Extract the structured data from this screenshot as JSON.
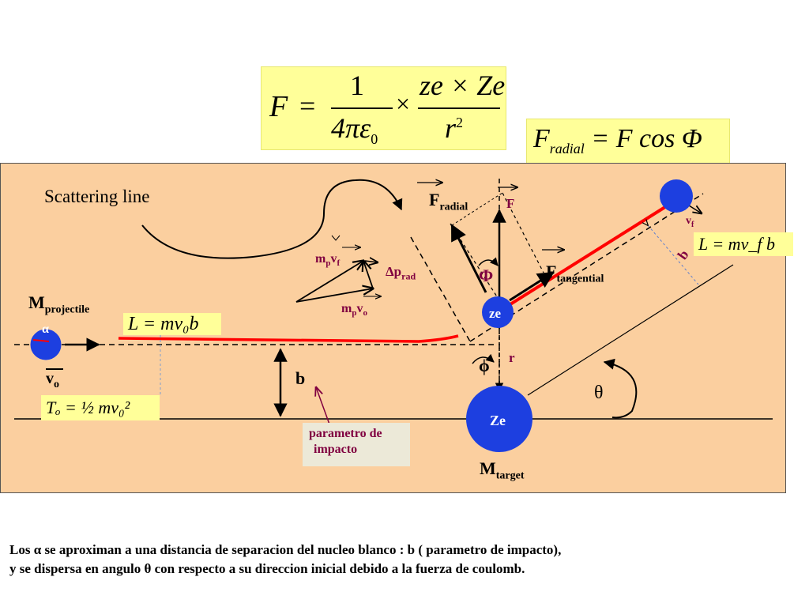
{
  "formula_coulomb": {
    "lhs": "F",
    "eq": "=",
    "num1": "1",
    "den1": "4πε",
    "den1_sub": "0",
    "times": "×",
    "num2": "ze × Ze",
    "den2": "r",
    "den2_sup": "2"
  },
  "formula_radial": {
    "lhs": "F",
    "lhs_sub": "radial",
    "rhs": "= F cos Φ"
  },
  "labels": {
    "scattering_line": "Scattering line",
    "f_radial": "F",
    "f_radial_sub": "radial",
    "f": "F",
    "f_tangential": "F",
    "f_tangential_sub": "tangential",
    "phi_upper": "Φ",
    "delta_p": "Δp",
    "delta_p_sub": "rad",
    "mpvf": "m",
    "mpvf_p": "p",
    "mpvf_v": "v",
    "mpvf_sub": "f",
    "mpvo": "m",
    "mpvo_p": "p",
    "mpvo_v": "v",
    "mpvo_sub": "o",
    "m_projectile": "M",
    "m_projectile_sub": "projectile",
    "alpha": "α",
    "v0": "v",
    "v0_sub": "o",
    "ze": "ze",
    "phi_lower": "ϕ",
    "r": "r",
    "b": "b",
    "theta": "θ",
    "Ze": "Ze",
    "m_target": "M",
    "m_target_sub": "target",
    "vf": "v",
    "vf_sub": "f",
    "b_diag": "b",
    "impact_param_line1": "parametro de",
    "impact_param_line2": "impacto"
  },
  "equations": {
    "L0": "L = mv₀b",
    "T0": "Tₒ = ½ mv₀²",
    "Lf": "L = mv_f b"
  },
  "caption": {
    "line1": "Los α se aproximan  a una distancia de separacion del nucleo blanco : b ( parametro de impacto),",
    "line2": "y se dispersa en angulo θ con respecto a su direccion inicial debido a la fuerza de coulomb."
  },
  "colors": {
    "panel": "#fbcf9f",
    "formula_bg": "#ffff99",
    "trajectory": "#ff0000",
    "nucleus": "#1d3fe0",
    "impact_text": "#800040"
  }
}
